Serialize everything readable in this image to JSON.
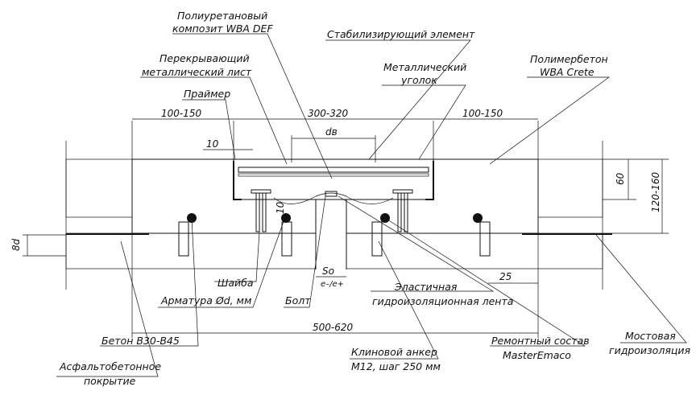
{
  "labels": {
    "polyurethane": [
      "Полиуретановый",
      "композит WBA DEF"
    ],
    "stabilizer": "Стабилизирующий элемент",
    "overlap_sheet": [
      "Перекрывающий",
      "металлический лист"
    ],
    "metal_angle": [
      "Металлический",
      "уголок"
    ],
    "polymer_concrete": [
      "Полимербетон",
      "WBA Crete"
    ],
    "primer": "Праймер",
    "washer": "Шайба",
    "rebar": "Арматура Ød, мм",
    "bolt": "Болт",
    "elastic_tape": [
      "Эластичная",
      "гидроизоляционная лента"
    ],
    "concrete": "Бетон B30-B45",
    "repair_compound": [
      "Ремонтный состав",
      "MasterEmaco"
    ],
    "bridge_waterproofing": [
      "Мостовая",
      "гидроизоляция"
    ],
    "asphalt": [
      "Асфальтобетонное",
      "покрытие"
    ],
    "wedge_anchor": [
      "Клиновой анкер",
      "М12, шаг 250 мм"
    ]
  },
  "dimensions": {
    "left_strip": "100-150",
    "joint_width": "300-320",
    "right_strip": "100-150",
    "gap_width": "10",
    "d_b": "dв",
    "height_60": "60",
    "height_total": "120-160",
    "rebar_depth": "8d",
    "bolt_spacing": "10",
    "opening": "So",
    "movement": "e–/e+",
    "offset_25": "25",
    "overall": "500-620"
  },
  "colors": {
    "line": "#111111",
    "asphalt_fill": "#f2f2f2",
    "concrete_fill": "#e6e6e6",
    "repair_fill": "#d0d0d0"
  }
}
